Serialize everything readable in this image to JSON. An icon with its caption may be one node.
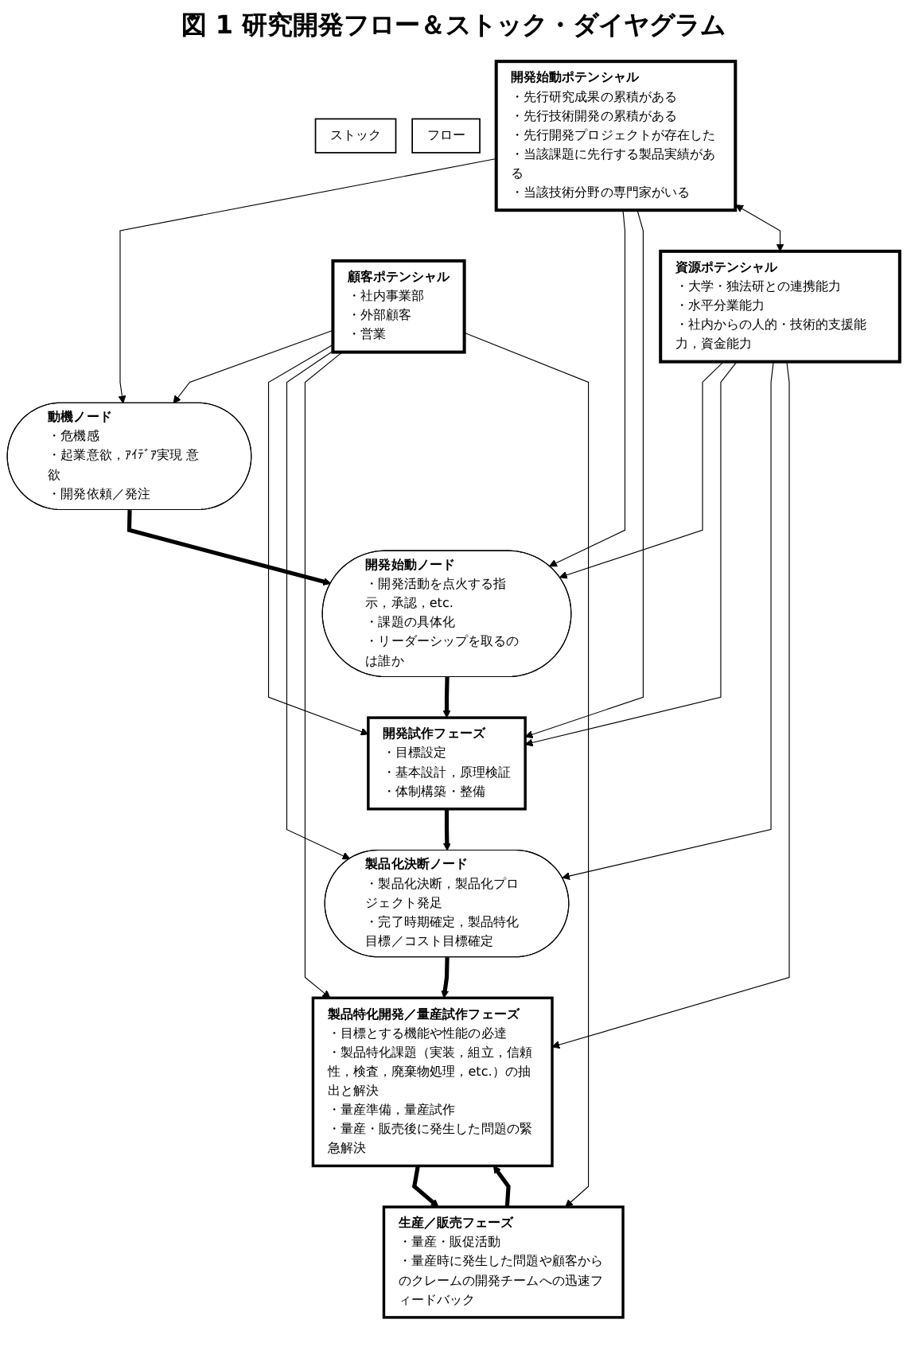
{
  "diagram": {
    "title": "図 1 研究開発フロー＆ストック・ダイヤグラム",
    "nodes": [
      {
        "text": [
          "ストック"
        ]
      },
      {
        "text": [
          "フロー"
        ]
      },
      {
        "text": [
          "開発始動ポテンシャル",
          "・先行研究成果の累積がある",
          "・先行技術開発の累積がある",
          "・先行開発プロジェクトが存在した",
          "・当該課題に先行する製品実績がある",
          "・当該技術分野の専門家がいる"
        ]
      },
      {
        "text": [
          "資源ポテンシャル",
          "・大学・独法研との連携能力",
          "・水平分業能力",
          "・社内からの人的・技術的支援能力，資金能力"
        ]
      },
      {
        "text": [
          "顧客ポテンシャル",
          "・社内事業部",
          "・外部顧客",
          "・営業"
        ]
      },
      {
        "text": [
          "動機ノード",
          "・危機感",
          "・起業意欲，ｱｲﾃﾞｱ実現 意欲",
          "・開発依頼／発注"
        ]
      },
      {
        "text": [
          "開発始動ノード",
          "・開発活動を点火する指示，承認，etc.",
          "・課題の具体化",
          "・リーダーシップを取るのは誰か"
        ]
      },
      {
        "text": [
          "開発試作フェーズ",
          "・目標設定",
          "・基本設計，原理検証",
          "・体制構築・整備"
        ]
      },
      {
        "text": [
          "製品化決断ノード",
          "・製品化決断，製品化プロジェクト発足",
          "・完了時期確定，製品特化目標／コスト目標確定"
        ]
      },
      {
        "text": [
          "製品特化開発／量産試作フェーズ",
          "・目標とする機能や性能の必達",
          "・製品特化課題（実装，組立，信頼性，検査，廃棄物処理，etc.）の抽出と解決",
          "・量産準備，量産試作",
          "・量産・販売後に発生した問題の緊急解決"
        ]
      },
      {
        "text": [
          "生産／販売フェーズ",
          "・量産・販促活動",
          "・量産時に発生した問題や顧客からのクレームの開発チームへの迅速フィードバック"
        ]
      }
    ],
    "edges": [
      {
        "from": 2,
        "to": 5,
        "arrow": "to"
      },
      {
        "from": 2,
        "to": 6,
        "arrow": "to"
      },
      {
        "from": 2,
        "to": 7,
        "arrow": "to"
      },
      {
        "from": 2,
        "to": 3,
        "arrow": "both"
      },
      {
        "from": 3,
        "to": 6,
        "arrow": "to"
      },
      {
        "from": 3,
        "to": 7,
        "arrow": "to"
      },
      {
        "from": 3,
        "to": 8,
        "arrow": "to"
      },
      {
        "from": 3,
        "to": 9,
        "arrow": "to"
      },
      {
        "from": 4,
        "to": 5,
        "arrow": "to"
      },
      {
        "from": 4,
        "to": 7,
        "arrow": "to"
      },
      {
        "from": 4,
        "to": 8,
        "arrow": "to"
      },
      {
        "from": 4,
        "to": 9,
        "arrow": "to"
      },
      {
        "from": 4,
        "to": 10,
        "arrow": "to"
      },
      {
        "from": 5,
        "to": 6,
        "arrow": "to",
        "style": "thick"
      },
      {
        "from": 6,
        "to": 7,
        "arrow": "to",
        "style": "thick"
      },
      {
        "from": 7,
        "to": 8,
        "arrow": "to",
        "style": "thick"
      },
      {
        "from": 8,
        "to": 9,
        "arrow": "to",
        "style": "thick"
      },
      {
        "from": 9,
        "to": 10,
        "arrow": "to",
        "style": "thick"
      },
      {
        "from": 10,
        "to": 9,
        "arrow": "to",
        "style": "thick"
      }
    ]
  }
}
